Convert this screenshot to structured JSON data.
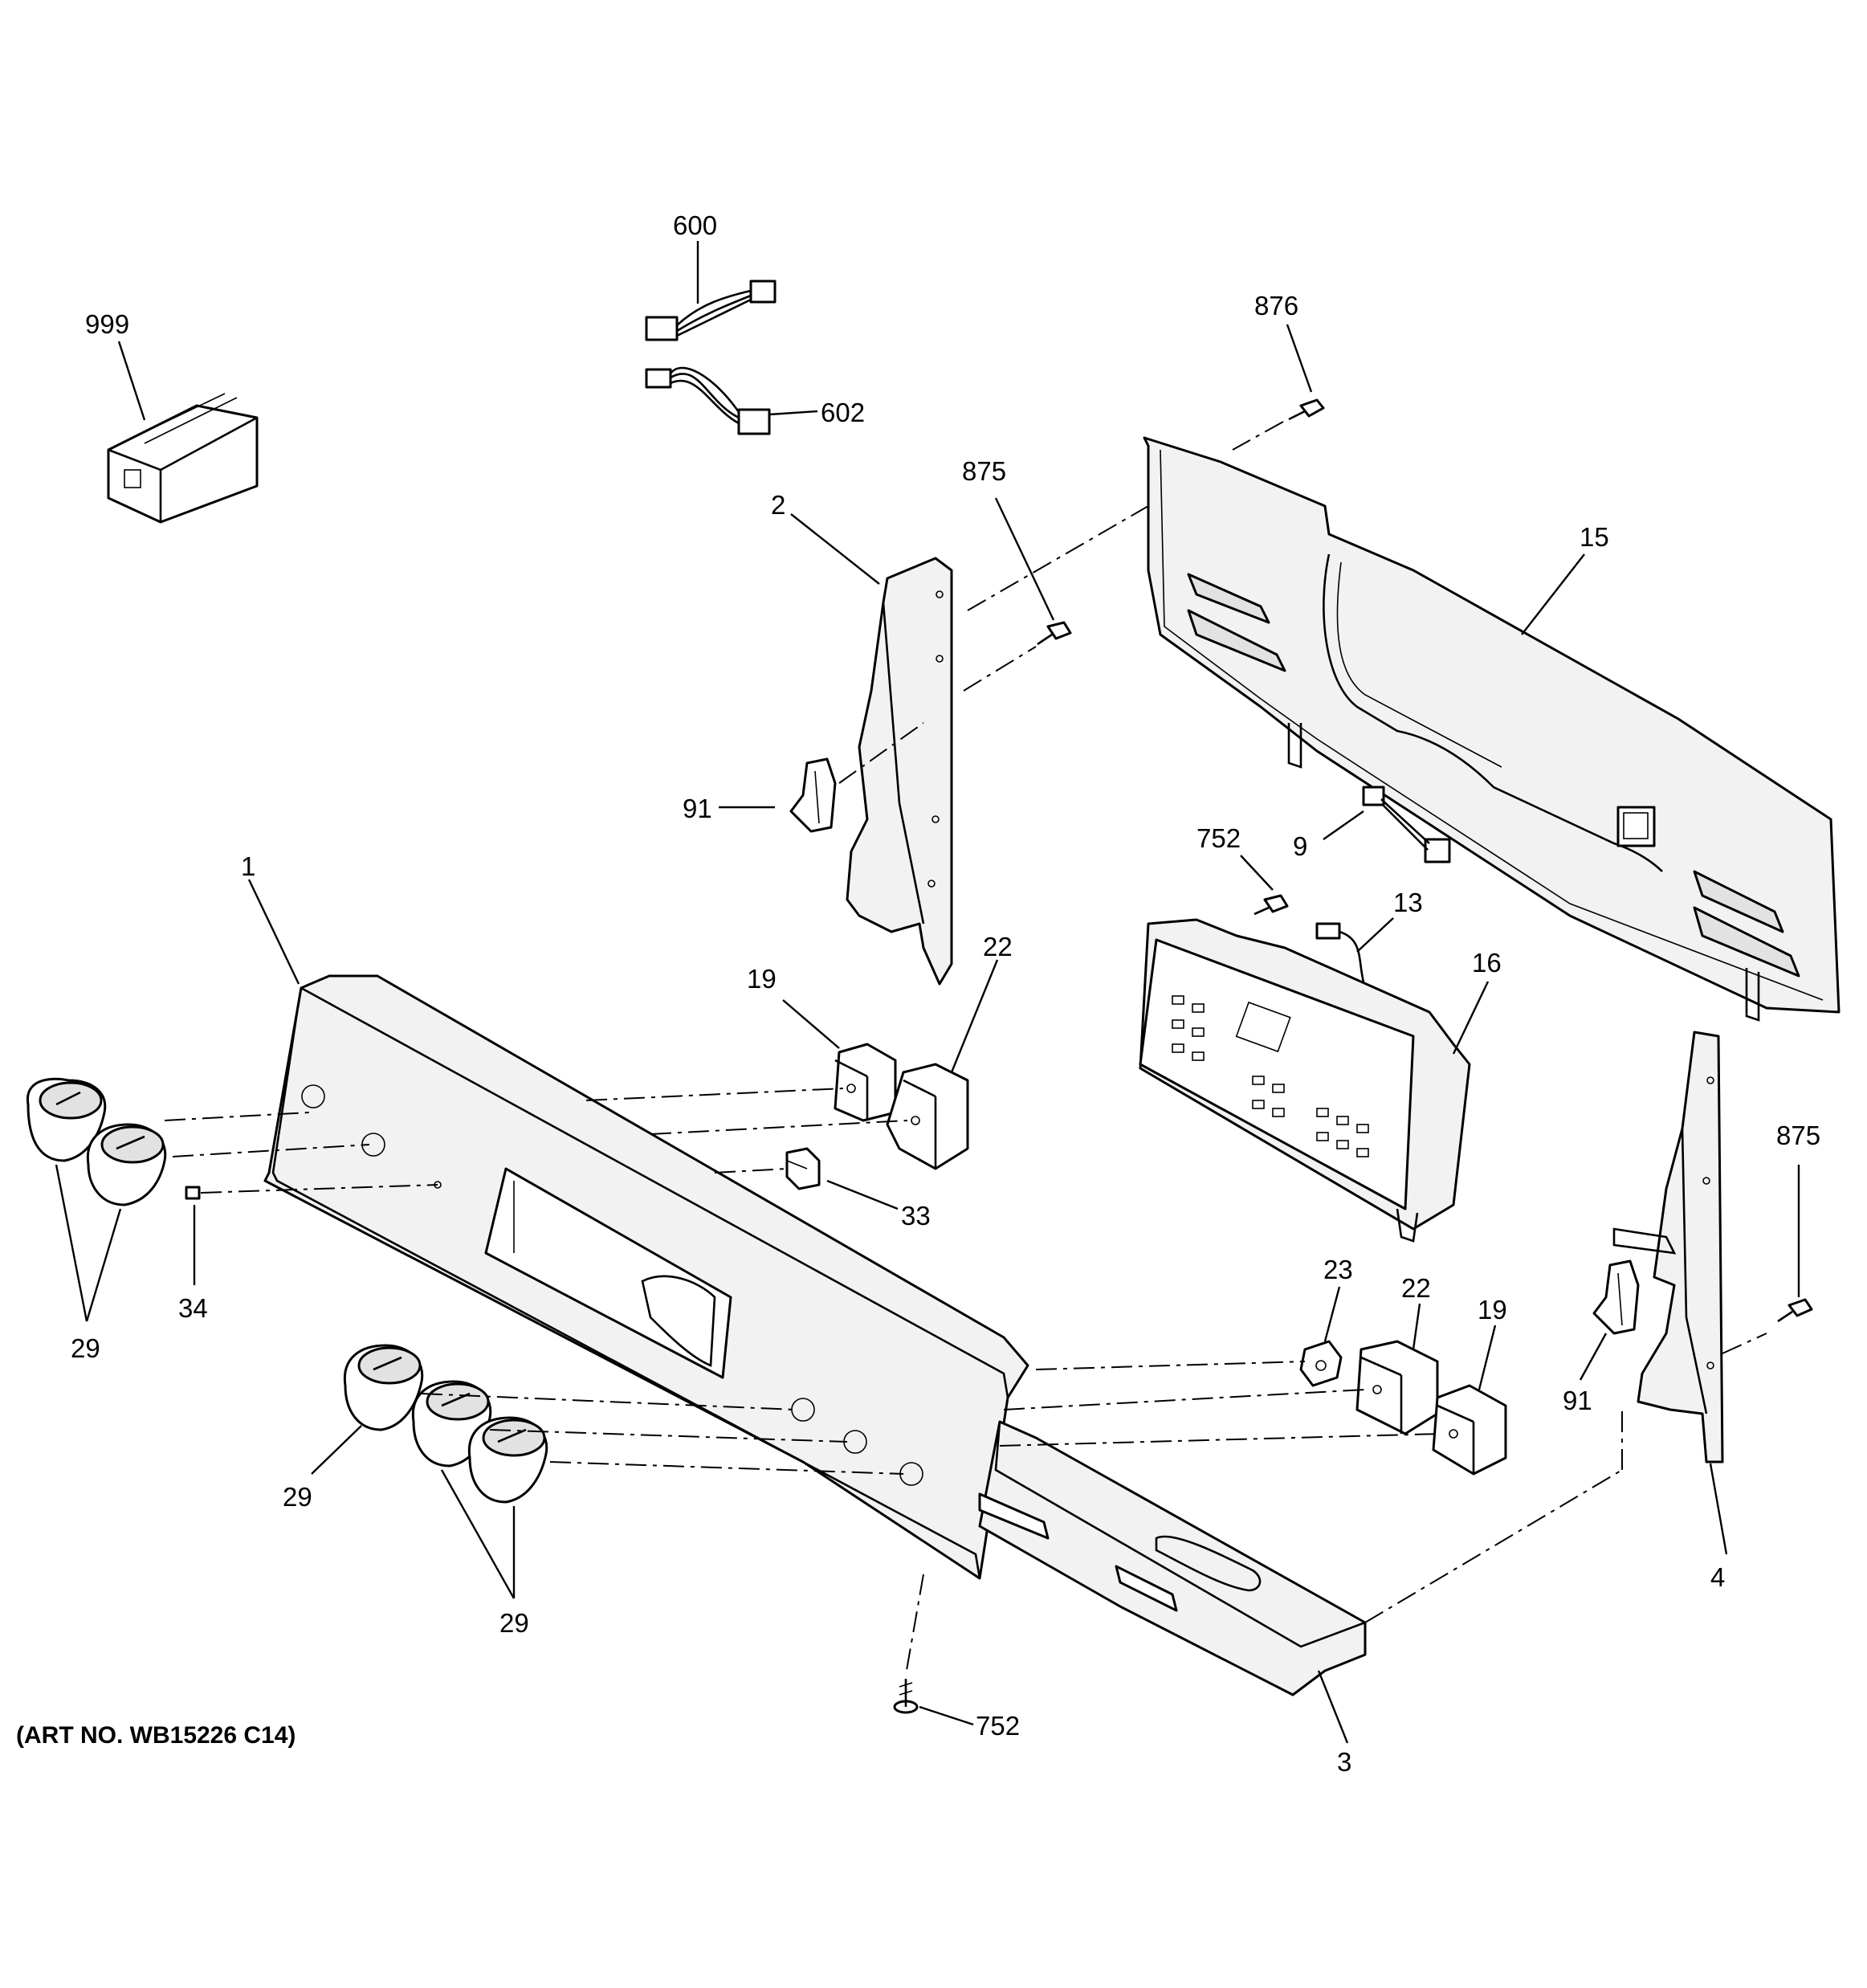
{
  "art_no": "(ART NO. WB15226 C14)",
  "callouts": {
    "c999": "999",
    "c600": "600",
    "c602": "602",
    "c876": "876",
    "c875_top": "875",
    "c2": "2",
    "c15": "15",
    "c91_left": "91",
    "c752_top": "752",
    "c9": "9",
    "c13": "13",
    "c16": "16",
    "c1": "1",
    "c19_top": "19",
    "c22_top": "22",
    "c33": "33",
    "c34": "34",
    "c29_left": "29",
    "c875_right": "875",
    "c23": "23",
    "c22_bottom": "22",
    "c19_bottom": "19",
    "c91_right": "91",
    "c4": "4",
    "c29_mid": "29",
    "c29_bottom": "29",
    "c752_bottom": "752",
    "c3": "3"
  }
}
